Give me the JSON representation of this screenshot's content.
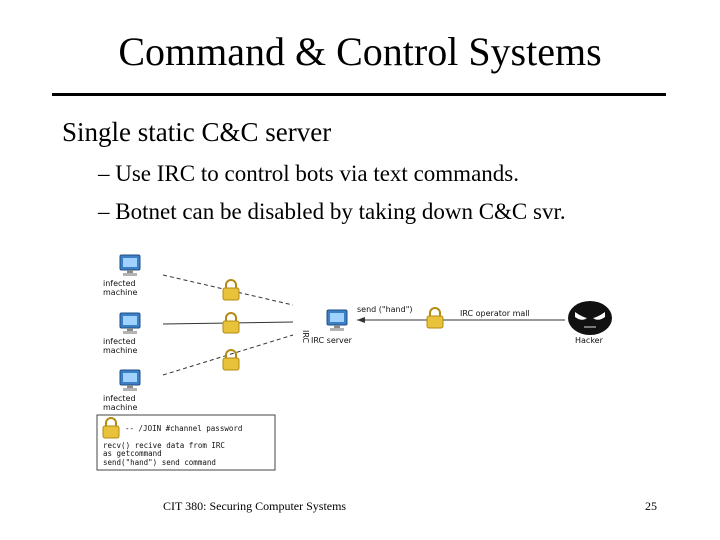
{
  "slide": {
    "title": "Command & Control Systems",
    "bullet": "Single static C&C server",
    "sub_bullets": [
      "– Use IRC to control bots via text commands.",
      "– Botnet can be disabled by taking down C&C svr."
    ]
  },
  "diagram": {
    "infected_label": "infected machine",
    "irc_vertical": "IRC",
    "irc_server_label": "IRC server",
    "send_label": "send (\"hand\")",
    "irc_operator_label": "IRC operator mall",
    "hacker_label": "Hacker",
    "code_lines": [
      "-- /JOIN #channel password",
      "recv()      recive data from IRC",
      "            as getcommand",
      "send(\"hand\")   send command"
    ]
  },
  "footer": {
    "course": "CIT 380: Securing Computer Systems",
    "page": "25"
  },
  "colors": {
    "lock": "#e8c23a",
    "computer": "#3d7fc4",
    "hacker_face": "#111111"
  }
}
